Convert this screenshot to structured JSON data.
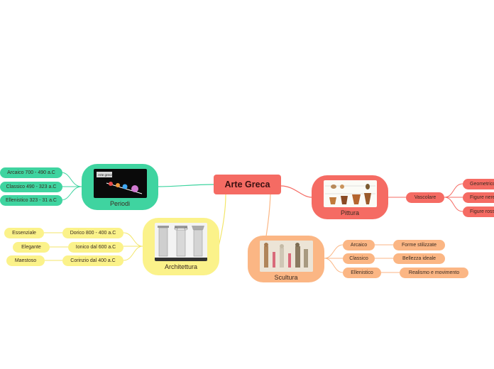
{
  "root": {
    "label": "Arte Greca"
  },
  "topics": {
    "periodi": {
      "label": "Periodi",
      "items": [
        "Arcaico 700 - 490 a.C",
        "Classico 490 - 323 a.C",
        "Ellenistico 323 - 31 a.C"
      ],
      "image_caption": "Arte greca"
    },
    "architettura": {
      "label": "Architettura",
      "orders": [
        "Dorico 800 - 400 a.C",
        "Ionico dal 600 a.C",
        "Corinzio dal 400 a.C"
      ],
      "traits": [
        "Essenziale",
        "Elegante",
        "Maestoso"
      ]
    },
    "pittura": {
      "label": "Pittura",
      "vascolare": "Vascolare",
      "styles": [
        "Geometrico",
        "Figure nere",
        "Figure rosse"
      ]
    },
    "scultura": {
      "label": "Scultura",
      "periods": [
        "Arcaico",
        "Classico",
        "Ellenistico"
      ],
      "traits": [
        "Forme stilizzate",
        "Bellezza ideale",
        "Realismo e movimento"
      ]
    }
  },
  "colors": {
    "green": "#3fd4a0",
    "yellow": "#fbf28a",
    "red": "#f56b63",
    "orange": "#fbb684",
    "green_line": "#3fd4a0",
    "yellow_line": "#f3e66a",
    "red_line": "#f56b63",
    "orange_line": "#fbb684"
  }
}
